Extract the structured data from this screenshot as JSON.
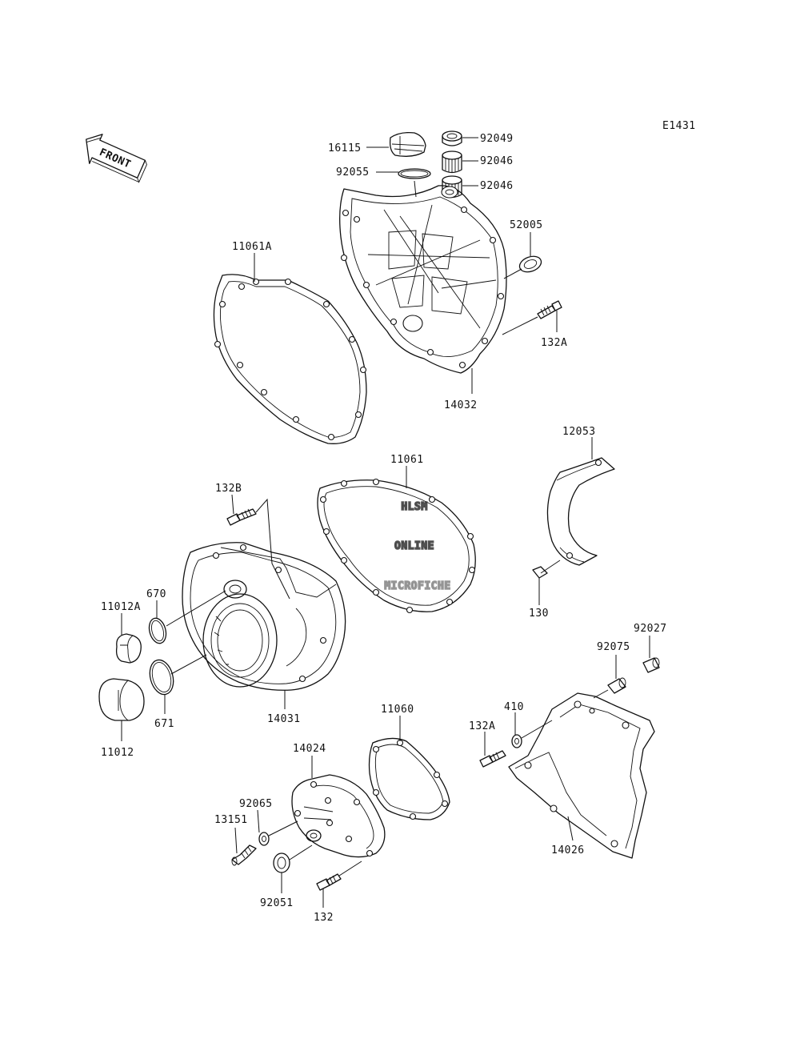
{
  "diagram_code": "E1431",
  "front_label": "FRONT",
  "watermark": {
    "line1": "HLSM",
    "line2": "ONLINE",
    "line3": "MICROFICHE"
  },
  "parts": {
    "p16115": "16115",
    "p92049": "92049",
    "p92046a": "92046",
    "p92046b": "92046",
    "p92055": "92055",
    "p52005": "52005",
    "p11061A": "11061A",
    "p132A_top": "132A",
    "p14032": "14032",
    "p12053": "12053",
    "p11061": "11061",
    "p132B": "132B",
    "p130": "130",
    "p670": "670",
    "p11012A": "11012A",
    "p92027": "92027",
    "p92075": "92075",
    "p14031": "14031",
    "p671": "671",
    "p11060": "11060",
    "p410": "410",
    "p132A_bottom": "132A",
    "p11012": "11012",
    "p14024": "14024",
    "p92065": "92065",
    "p13151": "13151",
    "p14026": "14026",
    "p92051": "92051",
    "p132": "132"
  }
}
